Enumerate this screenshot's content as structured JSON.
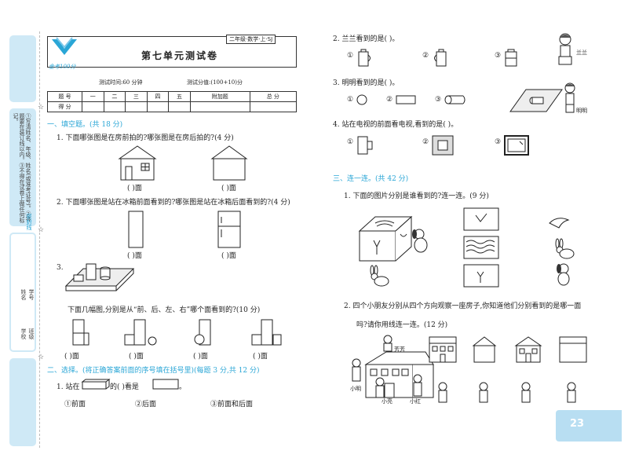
{
  "logo_text": "金考100分",
  "grade_tag": "二年级·数学·上·SJ",
  "title": "第七单元测试卷",
  "test_time": "测试时间:60 分钟",
  "test_score": "测试分值:(100+10)分",
  "score_table": {
    "row1": [
      "题  号",
      "一",
      "二",
      "三",
      "四",
      "五",
      "附加题",
      "总  分"
    ],
    "row2": "得  分"
  },
  "binding": {
    "notice": "①写清姓名、年级、姓名(或准考证号)。②答题要在装订线以内。③不得在试卷上做任何标记。",
    "label": "密封线",
    "fields": [
      "学校",
      "班级",
      "姓名",
      "学号"
    ]
  },
  "sec1": {
    "title": "一、填空题。(共 18 分)",
    "q1": "1. 下面哪张图是在房前拍的?哪张图是在房后拍的?(4 分)",
    "q1_ans": [
      "(    )面",
      "(    )面"
    ],
    "q2": "2. 下面哪张图是站在冰箱前面看到的?哪张图是站在冰箱后面看到的?(4 分)",
    "q2_ans": [
      "(    )面",
      "(    )面"
    ],
    "q3": "3.",
    "q3_text": "下面几幅图,分别是从“前、后、左、右”哪个面看到的?(10 分)",
    "q3_ans": [
      "(    )面",
      "(    )面",
      "(    )面",
      "(    )面"
    ]
  },
  "sec2": {
    "title": "二、选择。(将正确答案前面的序号填在括号里)(每题 3 分,共 12 分)",
    "q1": [
      "1. 站在",
      "的(     )看是",
      "。"
    ],
    "q1_opts": [
      "①前面",
      "②后面",
      "③前面和后面"
    ],
    "q2": "2. 兰兰看到的是(     )。",
    "q2_opts": [
      "①",
      "②",
      "③"
    ],
    "q2_name": "兰兰",
    "q3": "3. 明明看到的是(     )。",
    "q3_opts": [
      "①",
      "②",
      "③"
    ],
    "q3_name": "明明",
    "q4": "4. 站在电视的前面看电视,看到的是(     )。",
    "q4_opts": [
      "①",
      "②",
      "③"
    ]
  },
  "sec3": {
    "title": "三、连一连。(共 42 分)",
    "q1": "1. 下面的图片分别是谁看到的?连一连。(9 分)",
    "q2a": "2. 四个小朋友分别从四个方向观察一座房子,你知道他们分别看到的是哪一面",
    "q2b": "吗?请你用线连一连。(12 分)",
    "kids": [
      "芳芳",
      "小明",
      "小亮",
      "小红"
    ]
  },
  "page_number": "23"
}
